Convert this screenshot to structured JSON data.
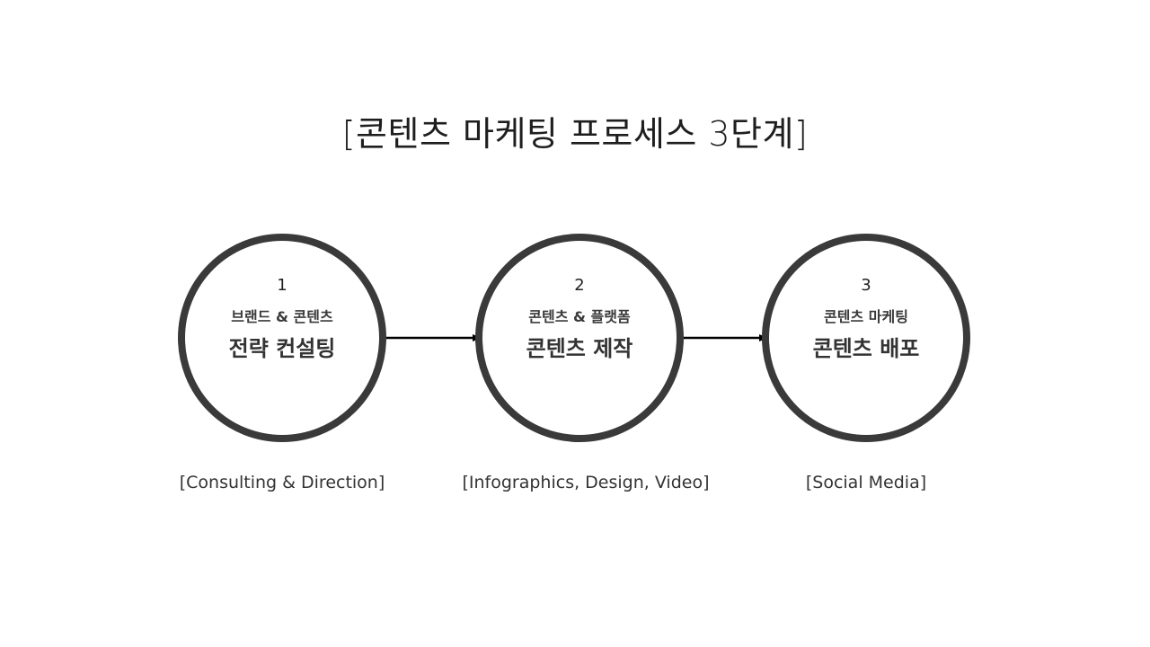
{
  "title": "[콘텐츠 마케팅 프로세스 3단계]",
  "steps": [
    {
      "number": "1",
      "subtitle": "브랜드 & 콘텐츠",
      "heading": "전략 컨설팅",
      "caption": "[Consulting & Direction]"
    },
    {
      "number": "2",
      "subtitle": "콘텐츠 & 플랫폼",
      "heading": "콘텐츠 제작",
      "caption": "[Infographics, Design, Video]"
    },
    {
      "number": "3",
      "subtitle": "콘텐츠 마케팅",
      "heading": "콘텐츠 배포",
      "caption": "[Social Media]"
    }
  ],
  "colors": {
    "circle_border": "#3a3a3a",
    "arrow": "#000000",
    "text": "#2b2b2b"
  }
}
